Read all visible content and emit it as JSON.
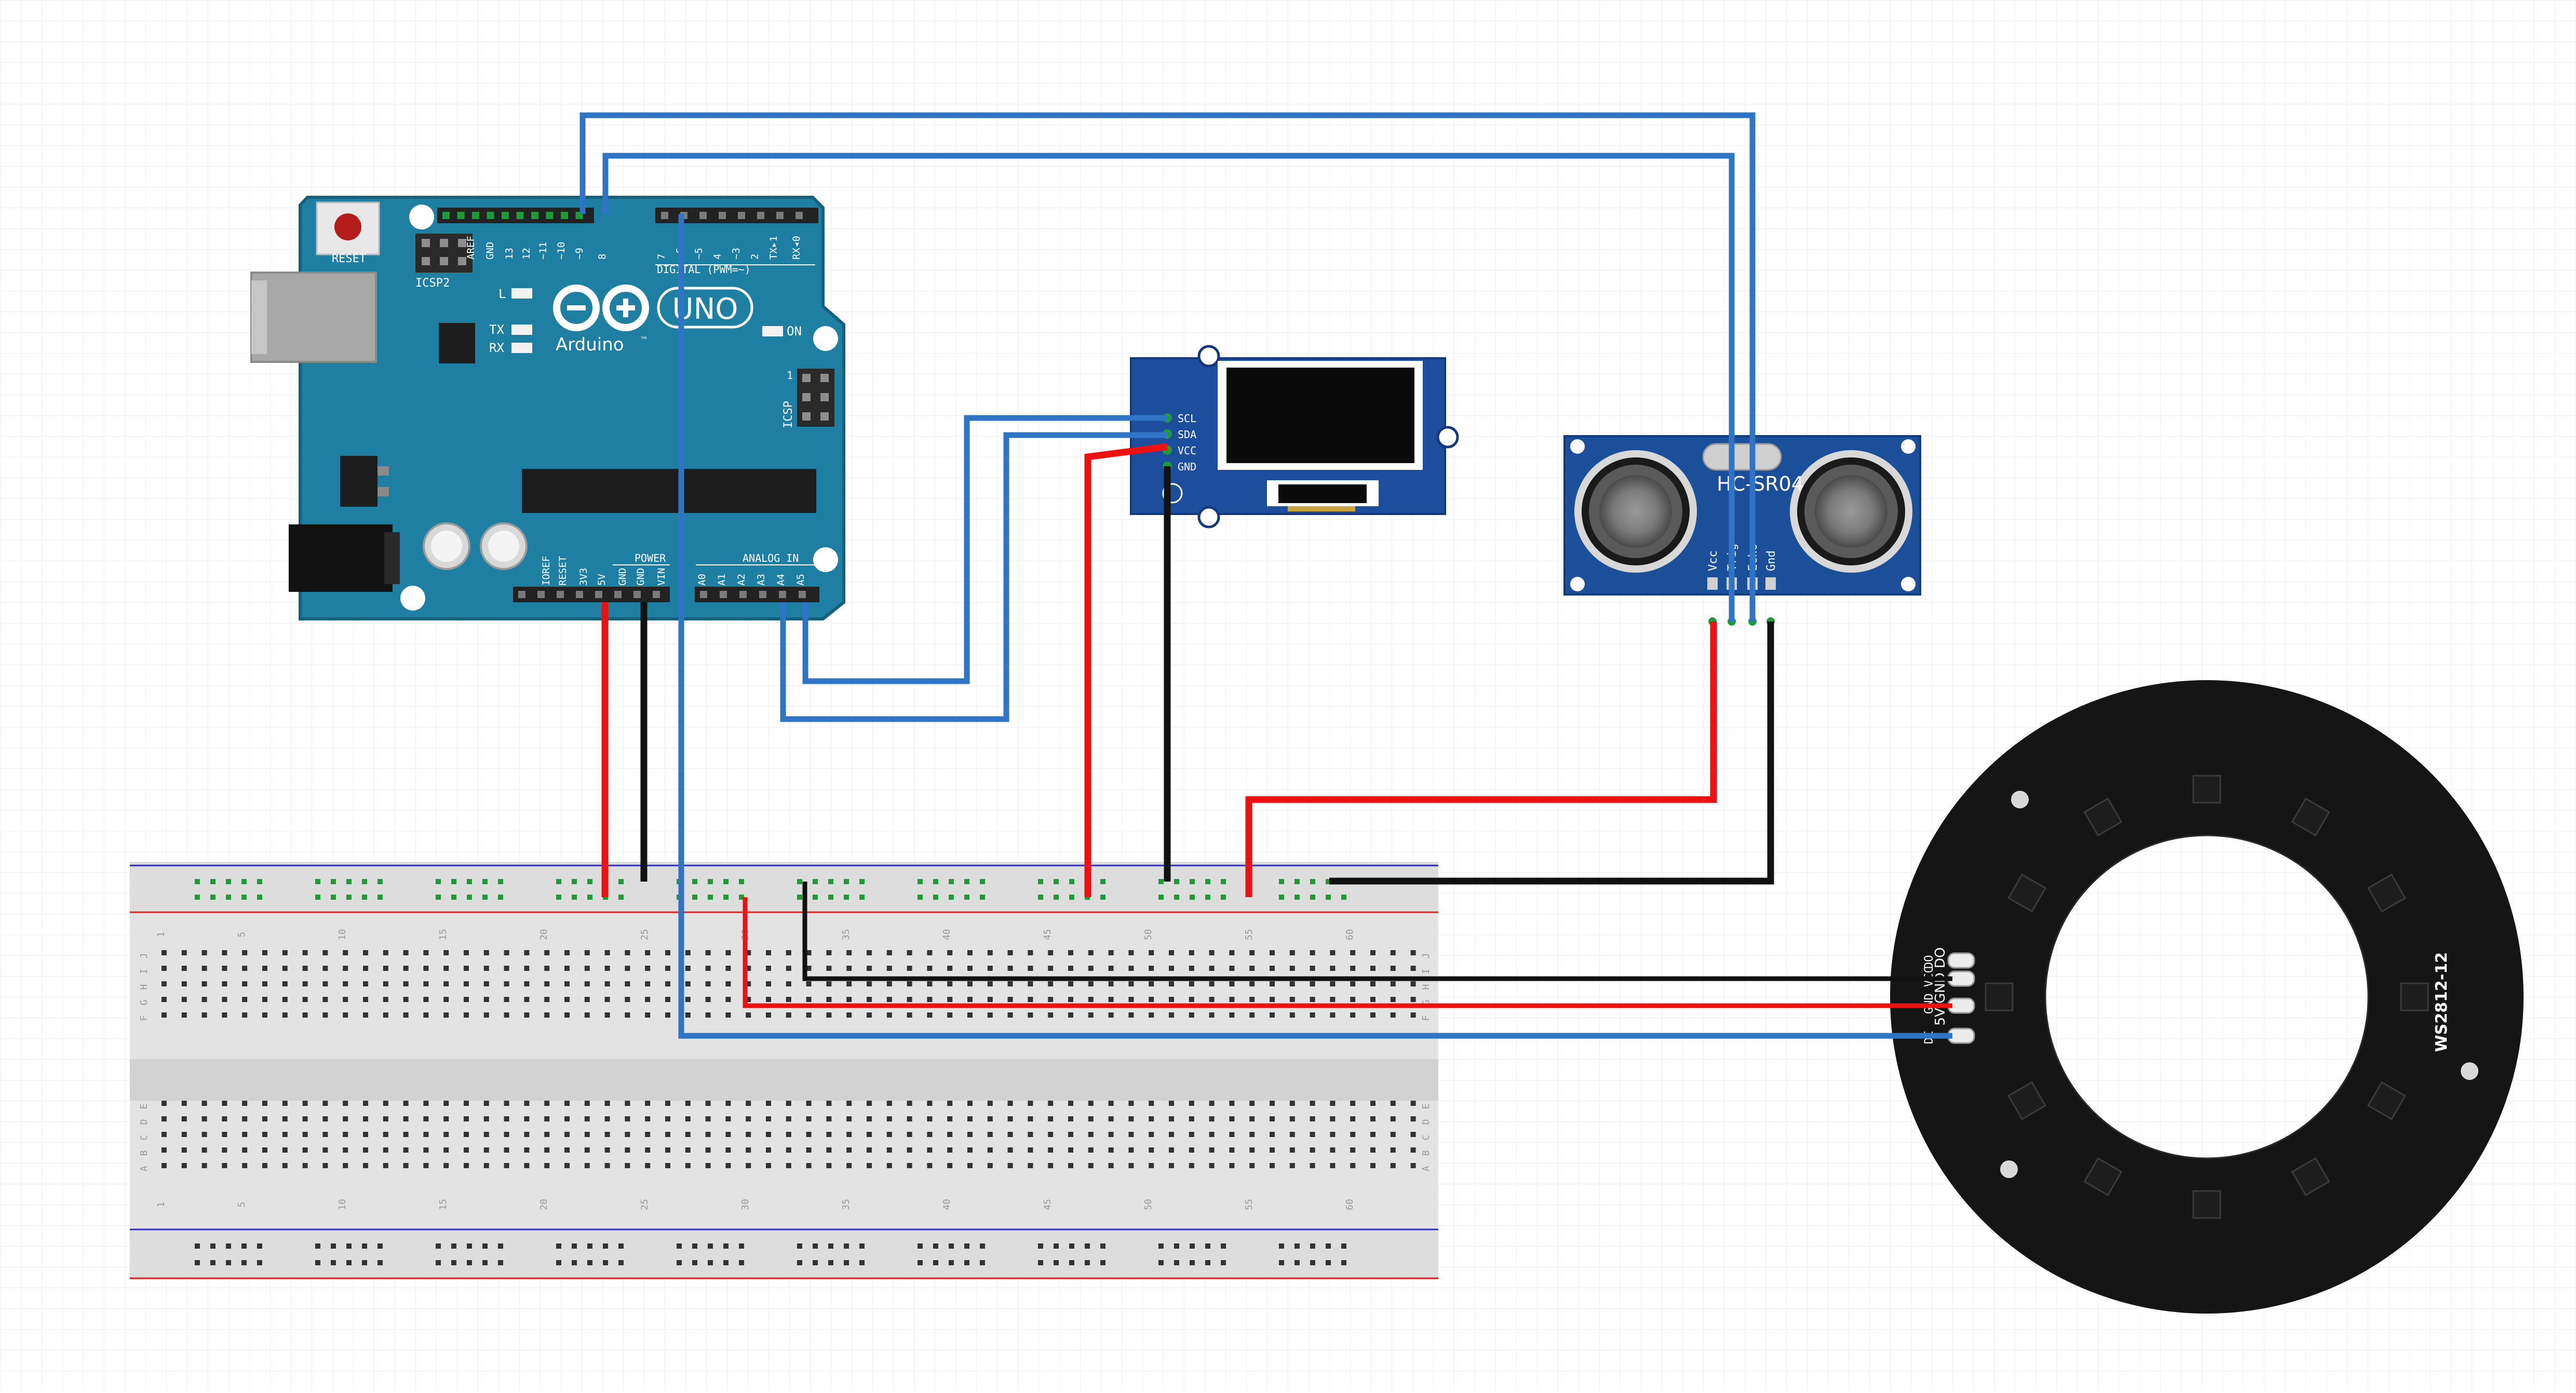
{
  "colors": {
    "wire_blue": "#2f74c6",
    "wire_red": "#ee1111",
    "wire_black": "#111111",
    "arduino_board": "#1f7fa3",
    "oled_board": "#1d4e9e",
    "sensor_board": "#1b4f99",
    "ring": "#151515",
    "breadboard": "#e3e3e3"
  },
  "arduino": {
    "reset_label": "RESET",
    "icsp2_label": "ICSP2",
    "brand": "Arduino",
    "trademark": "™",
    "model": "UNO",
    "l_label": "L",
    "tx_label": "TX",
    "rx_label": "RX",
    "on_label": "ON",
    "icsp_label": "ICSP",
    "icsp_pin1": "1",
    "digital_label": "DIGITAL (PWM=~)",
    "power_label": "POWER",
    "analog_label": "ANALOG IN",
    "top_pins": [
      "AREF",
      "GND",
      "13",
      "12",
      "~11",
      "~10",
      "~9",
      "8",
      "7",
      "~6",
      "~5",
      "4",
      "~3",
      "2",
      "TX▸1",
      "RX◂0"
    ],
    "power_pins": [
      "IOREF",
      "RESET",
      "3V3",
      "5V",
      "GND",
      "GND",
      "VIN"
    ],
    "analog_pins": [
      "A0",
      "A1",
      "A2",
      "A3",
      "A4",
      "A5"
    ]
  },
  "oled": {
    "pins": [
      "SCL",
      "SDA",
      "VCC",
      "GND"
    ]
  },
  "sensor": {
    "model": "HC-SR04",
    "pins": [
      "Vcc",
      "Trig",
      "Echo",
      "Gnd"
    ]
  },
  "ring": {
    "model": "WS2812-12",
    "pad_labels": [
      "DO",
      "VCC",
      "GND",
      "DI"
    ],
    "pad_text": "5V GND DO"
  },
  "breadboard": {
    "column_numbers": [
      "1",
      "5",
      "10",
      "15",
      "20",
      "25",
      "30",
      "35",
      "40",
      "45",
      "50",
      "55",
      "60"
    ],
    "row_letters_top": [
      "J",
      "I",
      "H",
      "G",
      "F"
    ],
    "row_letters_bottom": [
      "E",
      "D",
      "C",
      "B",
      "A"
    ]
  }
}
